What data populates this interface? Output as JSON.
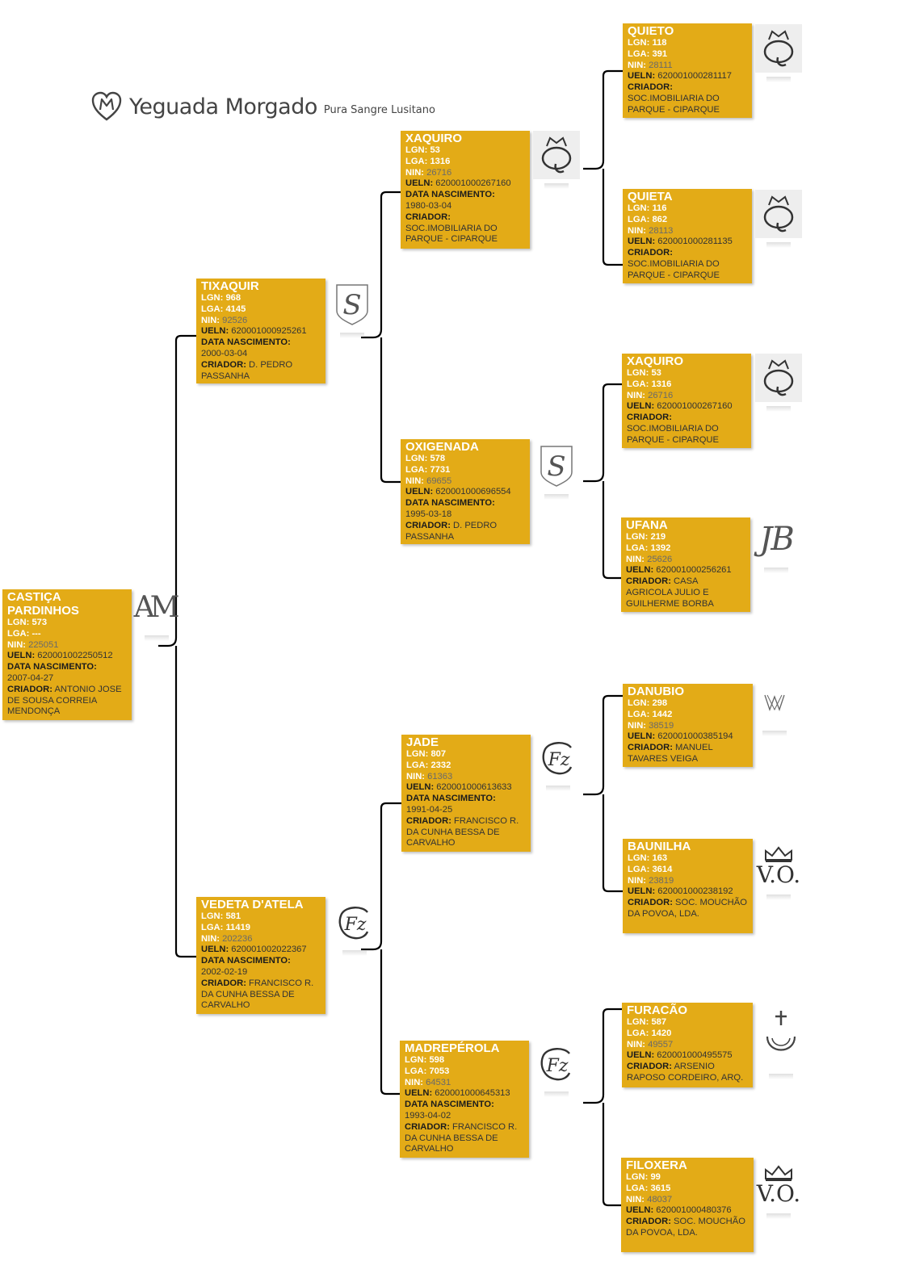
{
  "brand": {
    "name": "Yeguada Morgado",
    "tagline": "Pura Sangre Lusitano",
    "logo_icon": "heart-m-logo-icon"
  },
  "labels": {
    "lgn": "LGN:",
    "lga": "LGA:",
    "nin": "NIN:",
    "ueln": "UELN:",
    "birth": "DATA NASCIMENTO:",
    "breeder": "CRIADOR:"
  },
  "colors": {
    "card": "#e3ab17",
    "line": "#000000"
  },
  "horses": {
    "root": {
      "name": "CASTIÇA PARDINHOS",
      "lgn": "573",
      "lga": "---",
      "nin": "225051",
      "ueln": "620001002250512",
      "birth": "2007-04-27",
      "breeder": "ANTONIO JOSE DE SOUSA CORREIA MENDONÇA",
      "mark": "am-brand-icon"
    },
    "sire": {
      "name": "TIXAQUIR",
      "lgn": "968",
      "lga": "4145",
      "nin": "92526",
      "ueln": "620001000925261",
      "birth": "2000-03-04",
      "breeder": "D. PEDRO PASSANHA",
      "mark": "s-shield-brand-icon"
    },
    "dam": {
      "name": "VEDETA D'ATELA",
      "lgn": "581",
      "lga": "11419",
      "nin": "202236",
      "ueln": "620001002022367",
      "birth": "2002-02-19",
      "breeder": "FRANCISCO R. DA CUNHA BESSA DE CARVALHO",
      "mark": "fb-brand-icon"
    },
    "ss": {
      "name": "XAQUIRO",
      "lgn": "53",
      "lga": "1316",
      "nin": "26716",
      "ueln": "620001000267160",
      "birth": "1980-03-04",
      "breeder": "SOC.IMOBILIARIA DO PARQUE - CIPARQUE",
      "mark": "crowned-q-brand-icon"
    },
    "sd": {
      "name": "OXIGENADA",
      "lgn": "578",
      "lga": "7731",
      "nin": "69655",
      "ueln": "620001000696554",
      "birth": "1995-03-18",
      "breeder": "D. PEDRO PASSANHA",
      "mark": "s-shield-brand-icon"
    },
    "ds": {
      "name": "JADE",
      "lgn": "807",
      "lga": "2332",
      "nin": "61363",
      "ueln": "620001000613633",
      "birth": "1991-04-25",
      "breeder": "FRANCISCO R. DA CUNHA BESSA DE CARVALHO",
      "mark": "fb-brand-icon"
    },
    "dd": {
      "name": "MADREPÉROLA",
      "lgn": "598",
      "lga": "7053",
      "nin": "64531",
      "ueln": "620001000645313",
      "birth": "1993-04-02",
      "breeder": "FRANCISCO R. DA CUNHA BESSA DE CARVALHO",
      "mark": "fb-brand-icon"
    },
    "sss": {
      "name": "QUIETO",
      "lgn": "118",
      "lga": "391",
      "nin": "28111",
      "ueln": "620001000281117",
      "breeder": "SOC.IMOBILIARIA DO PARQUE - CIPARQUE",
      "mark": "crowned-q-brand-icon"
    },
    "ssd": {
      "name": "QUIETA",
      "lgn": "116",
      "lga": "862",
      "nin": "28113",
      "ueln": "620001000281135",
      "breeder": "SOC.IMOBILIARIA DO PARQUE - CIPARQUE",
      "mark": "crowned-q-brand-icon"
    },
    "sds": {
      "name": "XAQUIRO",
      "lgn": "53",
      "lga": "1316",
      "nin": "26716",
      "ueln": "620001000267160",
      "breeder": "SOC.IMOBILIARIA DO PARQUE - CIPARQUE",
      "mark": "crowned-q-brand-icon"
    },
    "sdd": {
      "name": "UFANA",
      "lgn": "219",
      "lga": "1392",
      "nin": "25626",
      "ueln": "620001000256261",
      "breeder": "CASA AGRICOLA JULIO E GUILHERME BORBA",
      "mark": "jb-brand-icon"
    },
    "dss": {
      "name": "DANUBIO",
      "lgn": "298",
      "lga": "1442",
      "nin": "38519",
      "ueln": "620001000385194",
      "breeder": "MANUEL TAVARES VEIGA",
      "mark": "mv-brand-icon"
    },
    "dsd": {
      "name": "BAUNILHA",
      "lgn": "163",
      "lga": "3614",
      "nin": "23819",
      "ueln": "620001000238192",
      "breeder": "SOC. MOUCHÃO DA POVOA, LDA.",
      "mark": "crown-vo-brand-icon"
    },
    "dds": {
      "name": "FURACÃO",
      "lgn": "587",
      "lga": "1420",
      "nin": "49557",
      "ueln": "620001000495575",
      "breeder": "ARSENIO RAPOSO CORDEIRO, ARQ.",
      "mark": "cross-crescent-brand-icon"
    },
    "ddd": {
      "name": "FILOXERA",
      "lgn": "99",
      "lga": "3615",
      "nin": "48037",
      "ueln": "620001000480376",
      "breeder": "SOC. MOUCHÃO DA POVOA, LDA.",
      "mark": "crown-vo-brand-icon"
    }
  }
}
